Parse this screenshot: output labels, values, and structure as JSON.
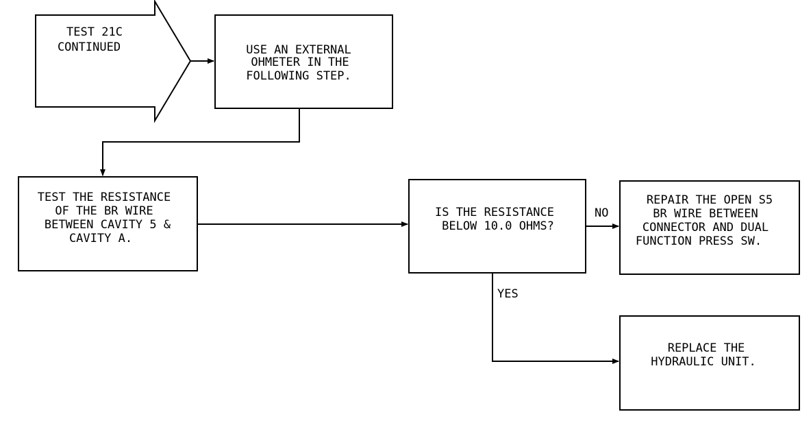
{
  "entry": {
    "lines": [
      "TEST 21C",
      "CONTINUED"
    ]
  },
  "step_ohmmeter": {
    "lines": [
      "USE AN EXTERNAL",
      "OHMETER IN THE",
      "FOLLOWING STEP."
    ]
  },
  "step_test": {
    "lines": [
      "TEST THE RESISTANCE",
      "OF THE BR WIRE",
      "BETWEEN CAVITY 5 &",
      "CAVITY A."
    ]
  },
  "decision": {
    "lines": [
      "IS THE RESISTANCE",
      "BELOW 10.0 OHMS?"
    ]
  },
  "action_repair": {
    "lines": [
      "REPAIR THE OPEN S5",
      "BR WIRE BETWEEN",
      "CONNECTOR AND DUAL",
      "FUNCTION PRESS SW."
    ]
  },
  "action_replace": {
    "lines": [
      "REPLACE THE",
      "HYDRAULIC UNIT."
    ]
  },
  "labels": {
    "no": "NO",
    "yes": "YES"
  }
}
